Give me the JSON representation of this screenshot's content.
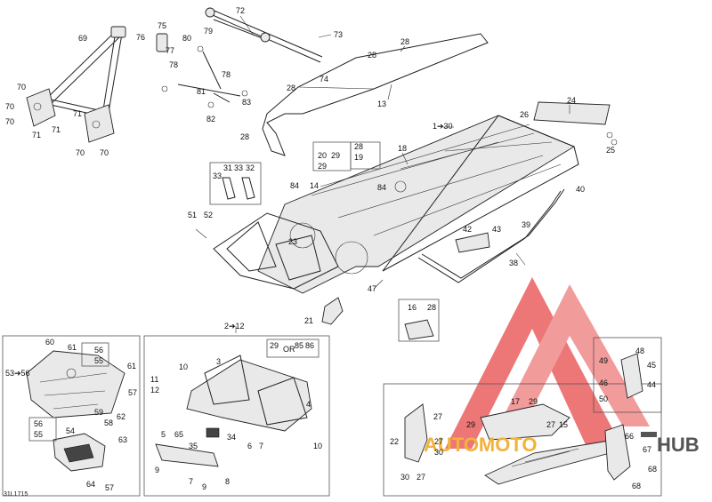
{
  "diagram_code": "31L1715",
  "watermark": {
    "word_left": "AUTOMOTO",
    "word_right": "HUB",
    "color_red": "#e84a4a",
    "color_orange": "#f3b23a",
    "color_gray": "#555555"
  },
  "callouts": {
    "c72": "72",
    "c73": "73",
    "c75": "75",
    "c76": "76",
    "c77": "77",
    "c80": "80",
    "c79": "79",
    "c78a": "78",
    "c78b": "78",
    "c81": "81",
    "c82": "82",
    "c83": "83",
    "c69": "69",
    "c70a": "70",
    "c70b": "70",
    "c70c": "70",
    "c70d": "70",
    "c70e": "70",
    "c71a": "71",
    "c71b": "71",
    "c71c": "71",
    "c28a": "28",
    "c28b": "28",
    "c28c": "28",
    "c28d": "28",
    "c28e": "28",
    "c74": "74",
    "c13": "13",
    "c1to30": "1➔30",
    "c24": "24",
    "c26": "26",
    "c25": "25",
    "c18": "18",
    "c20": "20",
    "c29a": "29",
    "c19": "19",
    "c29b": "29",
    "c31": "31",
    "c33a": "33",
    "c33b": "33",
    "c32": "32",
    "c84a": "84",
    "c84b": "84",
    "c14": "14",
    "c40": "40",
    "c51": "51",
    "c52": "52",
    "c23": "23",
    "c42": "42",
    "c43": "43",
    "c39": "39",
    "c38": "38",
    "c47": "47",
    "c21": "21",
    "c16": "16",
    "c28f": "28",
    "c2to12": "2➔12",
    "c29c": "29",
    "c_or": "OR",
    "c85": "85",
    "c86": "86",
    "c3": "3",
    "c11": "11",
    "c10a": "10",
    "c12": "12",
    "c4": "4",
    "c5": "5",
    "c65": "65",
    "c34": "34",
    "c35": "35",
    "c6": "6",
    "c7a": "7",
    "c10b": "10",
    "c9a": "9",
    "c7b": "7",
    "c9b": "9",
    "c8": "8",
    "c60": "60",
    "c61a": "61",
    "c56a": "56",
    "c55a": "55",
    "c53to56": "53➔56",
    "c61b": "61",
    "c57a": "57",
    "c59": "59",
    "c58": "58",
    "c62": "62",
    "c56b": "56",
    "c55b": "55",
    "c54": "54",
    "c63": "63",
    "c64": "64",
    "c57b": "57",
    "c17": "17",
    "c29d": "29",
    "c27a": "27",
    "c29e": "29",
    "c27b": "27",
    "c15": "15",
    "c22": "22",
    "c27c": "27",
    "c30a": "30",
    "c30b": "30",
    "c27d": "27",
    "c48": "48",
    "c49": "49",
    "c45": "45",
    "c46": "46",
    "c44": "44",
    "c50": "50",
    "c66": "66",
    "c67": "67",
    "c68a": "68",
    "c68b": "68"
  }
}
